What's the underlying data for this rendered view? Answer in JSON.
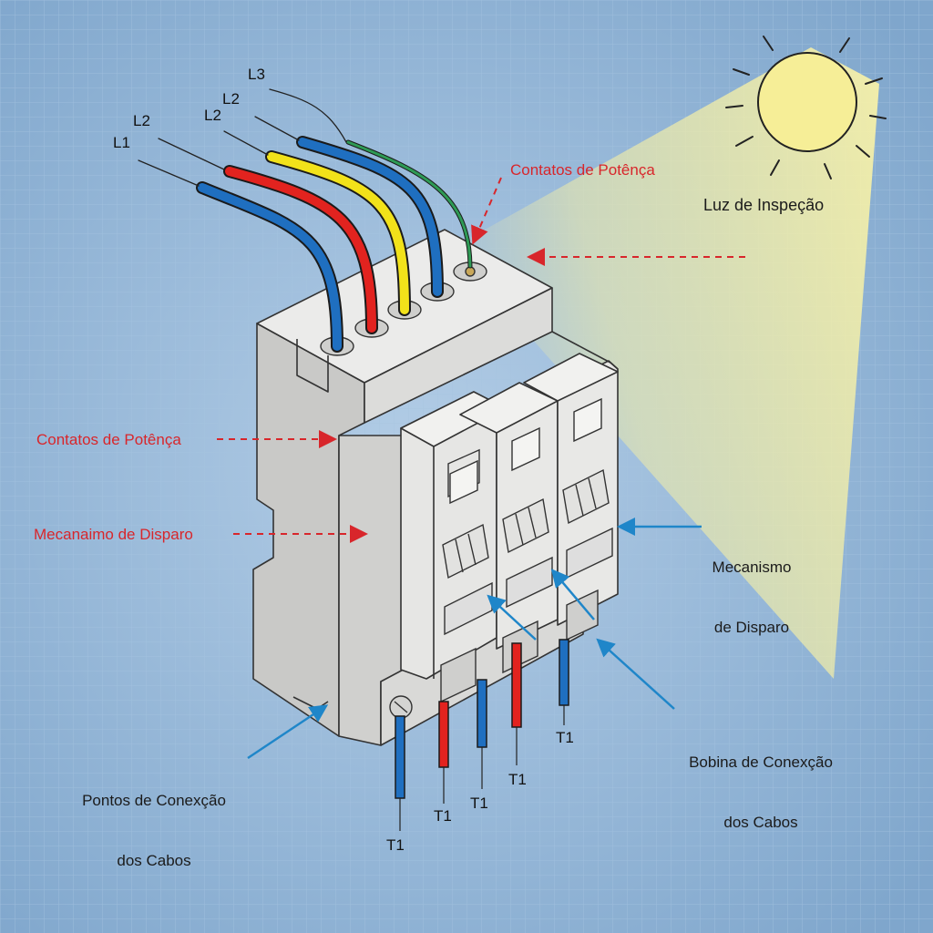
{
  "colors": {
    "background": "#8fb4d6",
    "grid": "#a9c8e4",
    "housing": "#e4e4e2",
    "housing_shade": "#c8c8c6",
    "wire_blue": "#1f6fc0",
    "wire_red": "#e2231f",
    "wire_yellow": "#f2e21a",
    "wire_green": "#2e9a55",
    "red_callout": "#d8262b",
    "blue_callout": "#1f86c9",
    "sun": "#f6ee97",
    "light_beam": "#f4ec9a"
  },
  "labels": {
    "contatos_top": "Contatos de Potênça",
    "luz_inspecao": "Luz de Inspeção",
    "contatos_left": "Contatos de Potênça",
    "mecanismo_left": "Mecanaimo de Disparo",
    "mecanismo_right_1": "Mecanismo",
    "mecanismo_right_2": "de Disparo",
    "bobina_1": "Bobina de Conexção",
    "bobina_2": "dos Cabos",
    "pontos_1": "Pontos de Conexção",
    "pontos_2": "dos Cabos"
  },
  "wire_labels_top": [
    "L1",
    "L2",
    "L2",
    "L2",
    "L3"
  ],
  "terminal_labels_bottom": [
    "T1",
    "T1",
    "T1",
    "T1",
    "T1"
  ],
  "icons": [
    "sun-icon",
    "arrow-icon"
  ]
}
